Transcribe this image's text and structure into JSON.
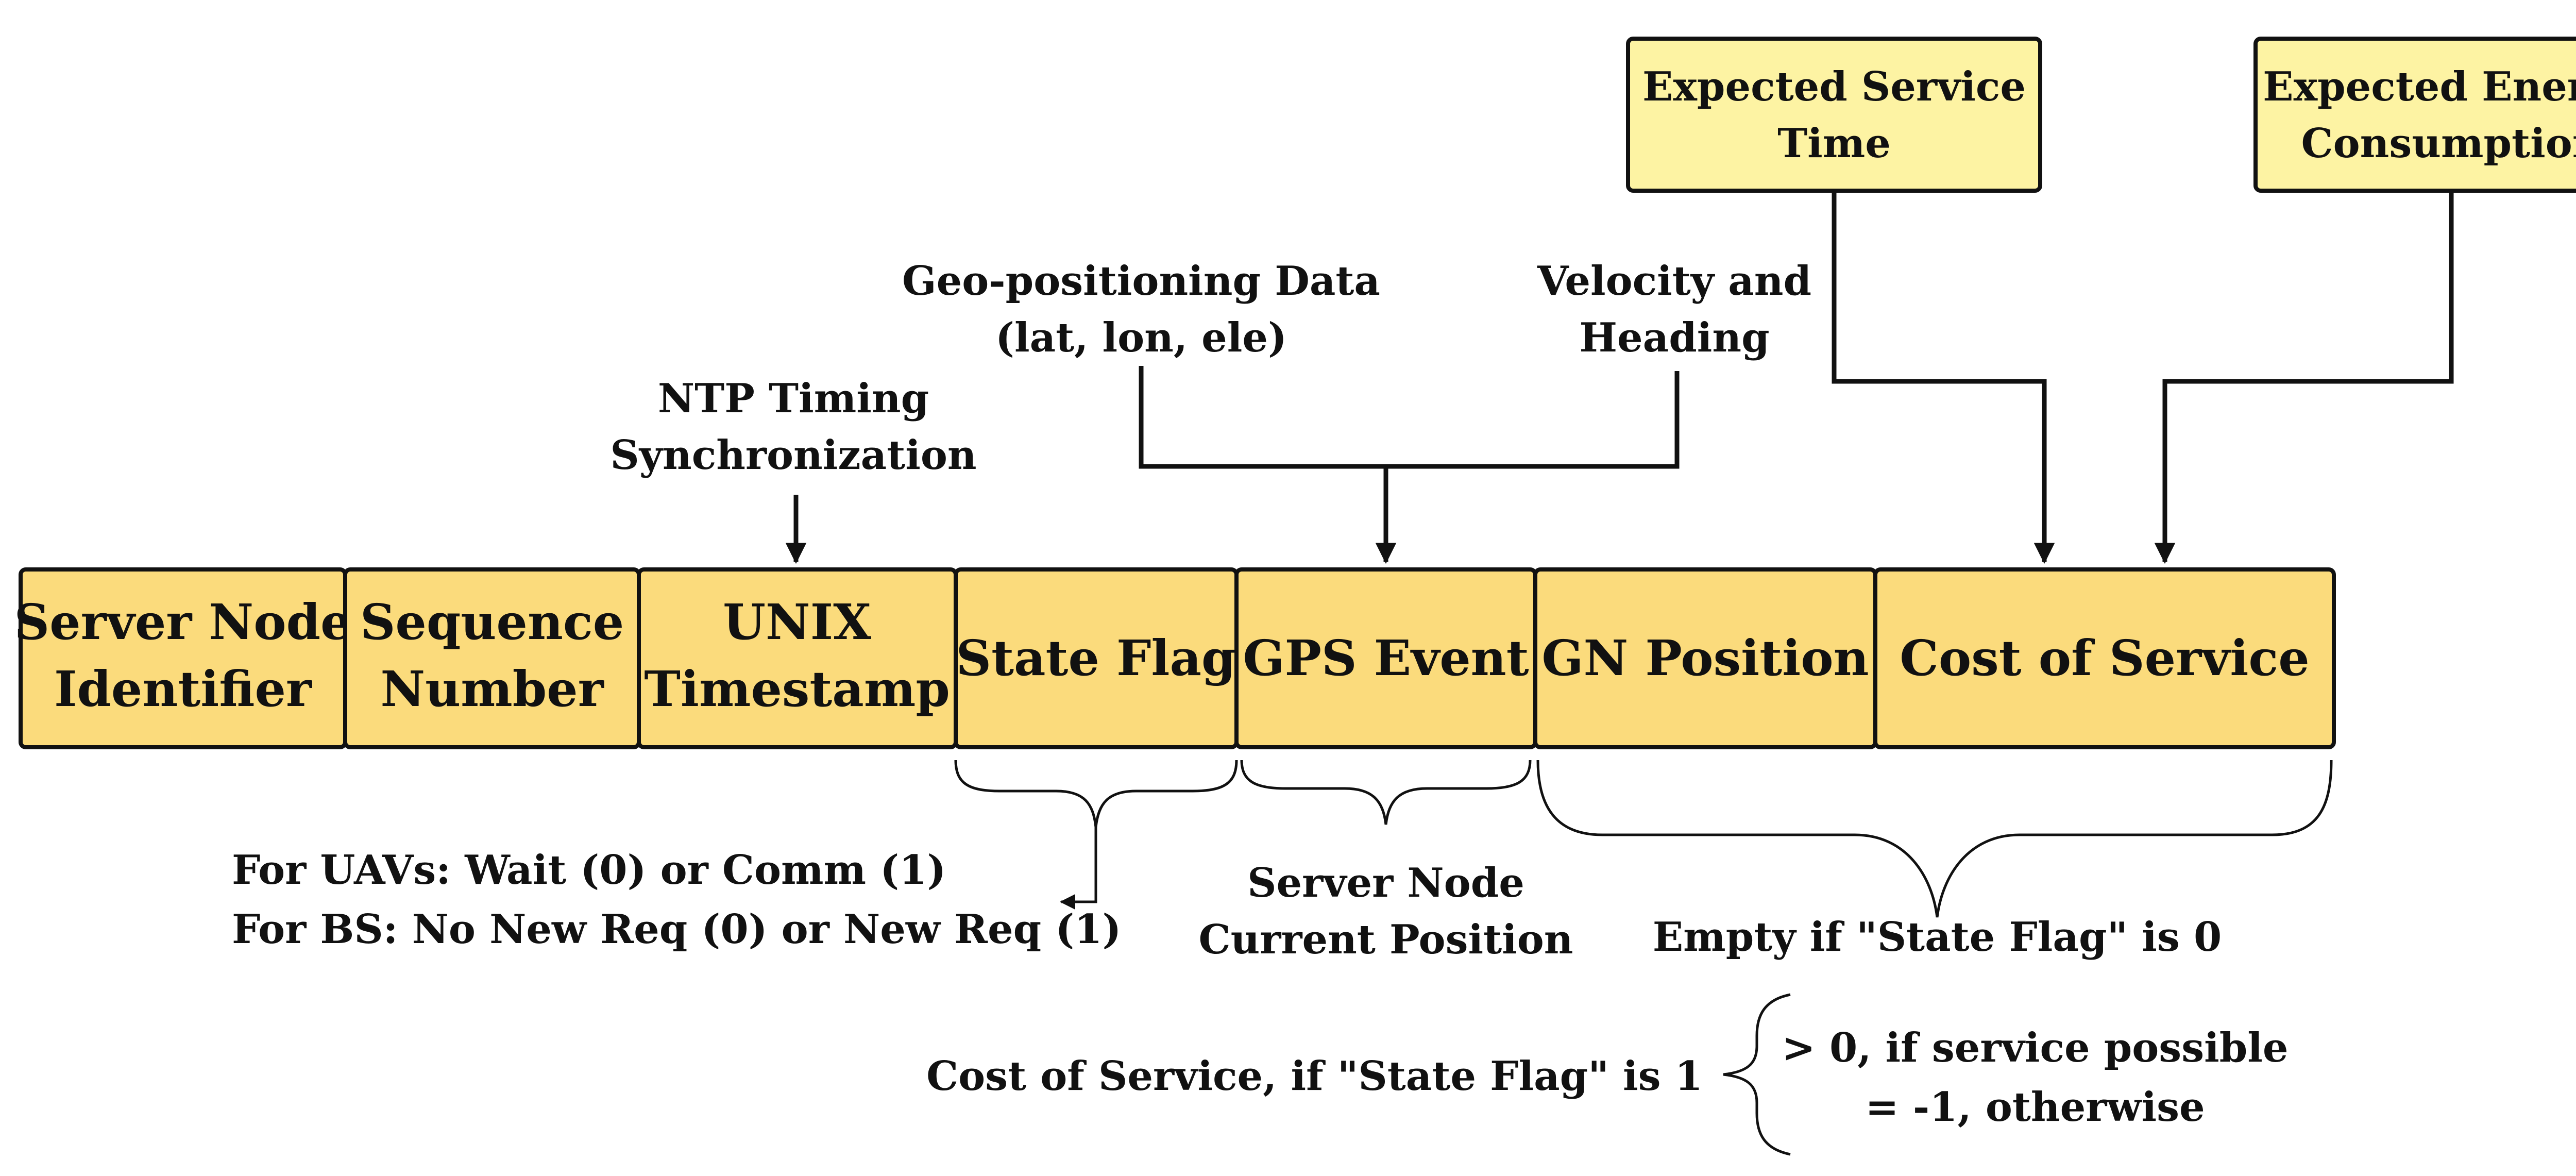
{
  "colors": {
    "field_fill": "#fbdb7c",
    "topbox_fill": "#fdf3a3",
    "stroke": "#111111"
  },
  "fields": [
    {
      "lines": [
        "Server Node",
        "Identifier"
      ]
    },
    {
      "lines": [
        "Sequence",
        "Number"
      ]
    },
    {
      "lines": [
        "UNIX",
        "Timestamp"
      ]
    },
    {
      "lines": [
        "State Flag"
      ]
    },
    {
      "lines": [
        "GPS Event"
      ]
    },
    {
      "lines": [
        "GN Position"
      ]
    },
    {
      "lines": [
        "Cost of Service"
      ]
    }
  ],
  "top_boxes": {
    "expected_service_time": [
      "Expected Service",
      "Time"
    ],
    "expected_energy_consumption": [
      "Expected Energy",
      "Consumption"
    ]
  },
  "top_labels": {
    "ntp": [
      "NTP Timing",
      "Synchronization"
    ],
    "geo": [
      "Geo-positioning Data",
      "(lat, lon, ele)"
    ],
    "velocity": [
      "Velocity and",
      "Heading"
    ]
  },
  "bottom_labels": {
    "state_flag_note": [
      "For UAVs: Wait (0) or Comm (1)",
      "For BS: No New Req (0) or New Req (1)"
    ],
    "gps_note": [
      "Server Node",
      "Current Position"
    ],
    "empty_note": "Empty if \"State Flag\" is 0",
    "cost_note": "Cost of Service, if \"State Flag\" is 1",
    "cost_cases": [
      "> 0, if service possible",
      "= -1, otherwise"
    ]
  }
}
